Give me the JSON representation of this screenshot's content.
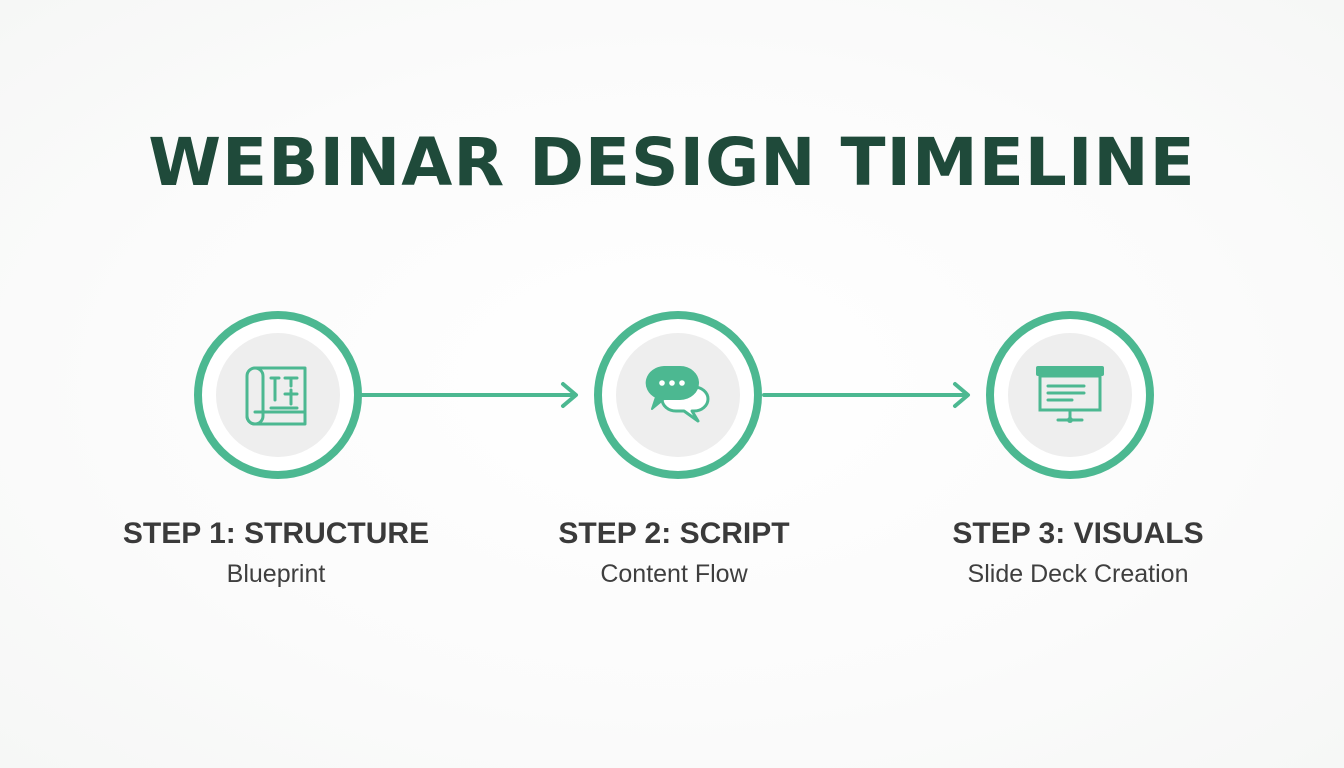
{
  "diagram": {
    "title": "WEBINAR DESIGN TIMELINE",
    "accent_color": "#4cb891",
    "title_color": "#1f4a3a",
    "steps": [
      {
        "title": "STEP 1: STRUCTURE",
        "subtitle": "Blueprint",
        "icon": "blueprint-icon"
      },
      {
        "title": "STEP 2: SCRIPT",
        "subtitle": "Content Flow",
        "icon": "chat-bubbles-icon"
      },
      {
        "title": "STEP 3: VISUALS",
        "subtitle": "Slide Deck Creation",
        "icon": "presentation-screen-icon"
      }
    ]
  }
}
